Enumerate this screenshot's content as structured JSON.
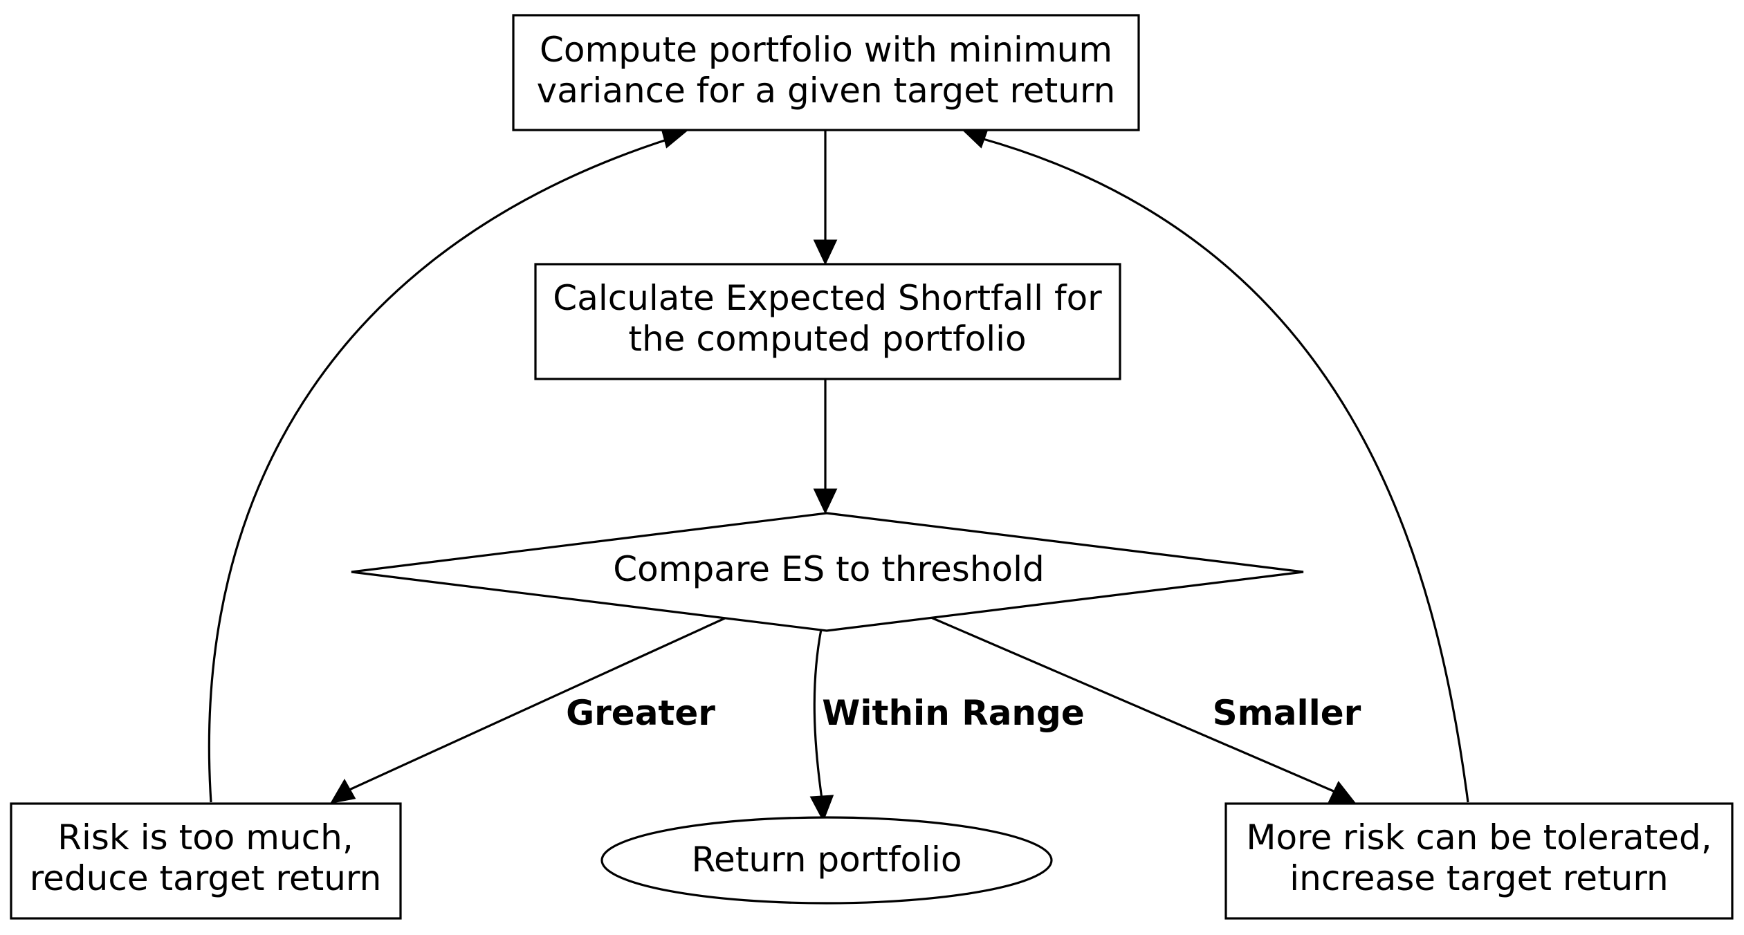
{
  "nodes": {
    "compute": {
      "line1": "Compute portfolio with minimum",
      "line2": "variance for a given target return"
    },
    "calculate": {
      "line1": "Calculate Expected Shortfall for",
      "line2": "the computed portfolio"
    },
    "compare": {
      "line1": "Compare ES to threshold"
    },
    "reduce": {
      "line1": "Risk is too much,",
      "line2": "reduce target return"
    },
    "return": {
      "line1": "Return portfolio"
    },
    "increase": {
      "line1": "More risk can be tolerated,",
      "line2": "increase target return"
    }
  },
  "edges": {
    "greater": "Greater",
    "within": "Within Range",
    "smaller": "Smaller"
  },
  "colors": {
    "stroke": "#000000",
    "background": "#ffffff"
  }
}
